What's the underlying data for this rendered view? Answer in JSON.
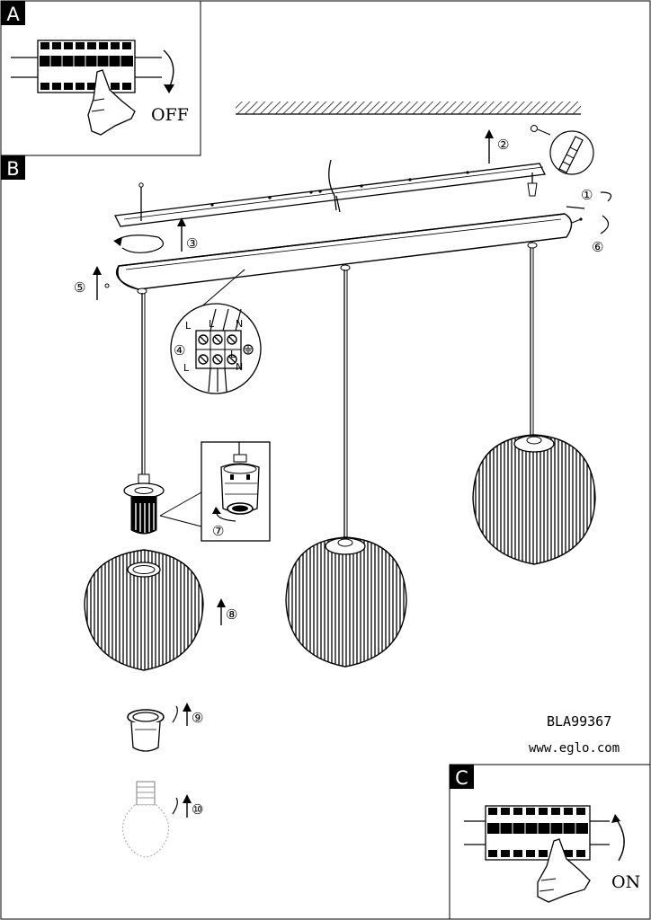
{
  "panels": {
    "a": {
      "letter": "A",
      "switch_label": "OFF"
    },
    "b": {
      "letter": "B"
    },
    "c": {
      "letter": "C",
      "switch_label": "ON"
    }
  },
  "steps": [
    "①",
    "②",
    "③",
    "④",
    "⑤",
    "⑥",
    "⑦",
    "⑧",
    "⑨",
    "⑩"
  ],
  "terminal_labels": {
    "top": [
      "L",
      "L",
      "N"
    ],
    "bottom": [
      "L",
      "L",
      "N"
    ]
  },
  "product": {
    "code": "BLA99367",
    "website": "www.eglo.com"
  }
}
